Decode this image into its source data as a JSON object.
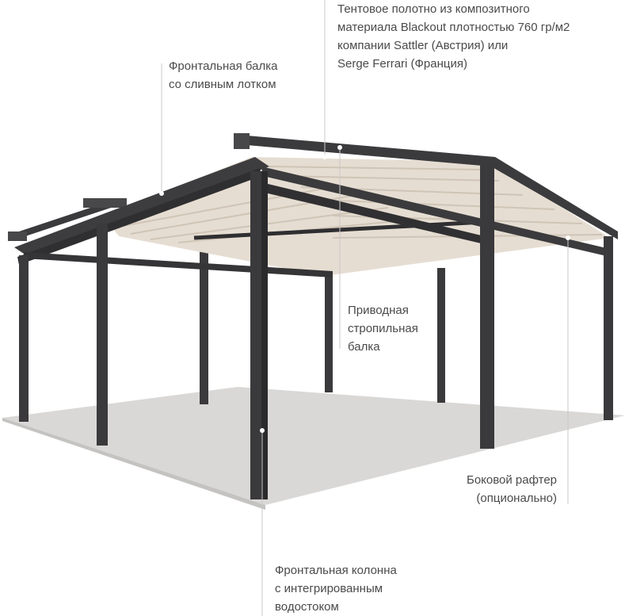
{
  "labels": {
    "fabric": [
      "Тентовое полотно из композитного",
      "материала Blackout плотностью 760 гр/м2",
      "компании Sattler (Австрия) или",
      "Serge Ferrari (Франция)"
    ],
    "front_beam": [
      "Фронтальная балка",
      "со сливным лотком"
    ],
    "drive_rafter": [
      "Приводная",
      "стропильная",
      "балка"
    ],
    "side_rafter": [
      "Боковой рафтер",
      "(опционально)"
    ],
    "front_column": [
      "Фронтальная колонна",
      "с интегрированным",
      "водостоком"
    ]
  },
  "colors": {
    "frame": "#3b3b3d",
    "canopy": "#e6ddd2",
    "floor": "#d9d8d6",
    "leader": "#c8c8c8",
    "text": "#4a4a4a"
  }
}
